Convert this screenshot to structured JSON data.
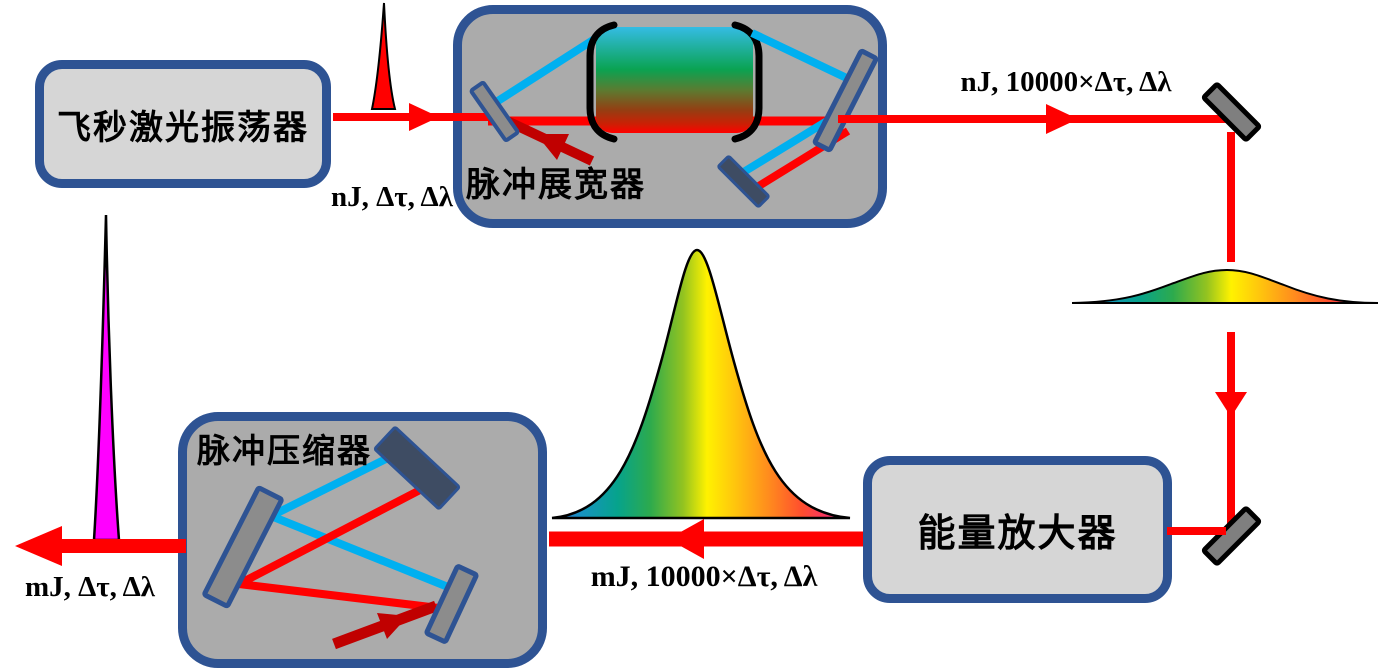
{
  "figure": {
    "boxes": {
      "oscillator": {
        "label": "飞秒激光振荡器"
      },
      "stretcher": {
        "label": "脉冲展宽器"
      },
      "amplifier": {
        "label": "能量放大器"
      },
      "compressor": {
        "label": "脉冲压缩器"
      }
    },
    "annotations": {
      "oscillator_output": "nJ, Δτ, Δλ",
      "stretcher_output": "nJ, 10000×Δτ, Δλ",
      "amplifier_output": "mJ, 10000×Δτ, Δλ",
      "system_output": "mJ, Δτ, Δλ"
    },
    "colors": {
      "box_border": "#2E5393",
      "box_fill_light": "#D6D6D6",
      "box_fill_dark": "#ABABAB",
      "beam_red": "#FF0000",
      "beam_dark_red": "#C00000",
      "beam_cyan": "#00B0F0",
      "mirror_gray": "#8C8C8C",
      "mirror_black_border_gray": "#7F7F7F",
      "mirror_dark_slate": "#3E4C63",
      "pulse_short_red": "#FF0000",
      "pulse_output_magenta": "#FF00FF",
      "rainbow": [
        "#2F6FD6",
        "#06A38C",
        "#2DAA4D",
        "#FFF200",
        "#FF8A1E",
        "#FF4D2E",
        "#FF3DA6"
      ]
    },
    "icons": {
      "mirror-icon": "tilted gray rectangle",
      "dark-mirror-icon": "tilted dark slate rectangle",
      "dispersive-medium-icon": "cyan-green-red gradient block in black brackets",
      "short-pulse-icon": "narrow red spike",
      "stretched-pulse-icon": "broad flat rainbow hump",
      "amplified-pulse-icon": "tall rainbow gaussian",
      "compressed-pulse-icon": "narrow magenta spike"
    }
  }
}
